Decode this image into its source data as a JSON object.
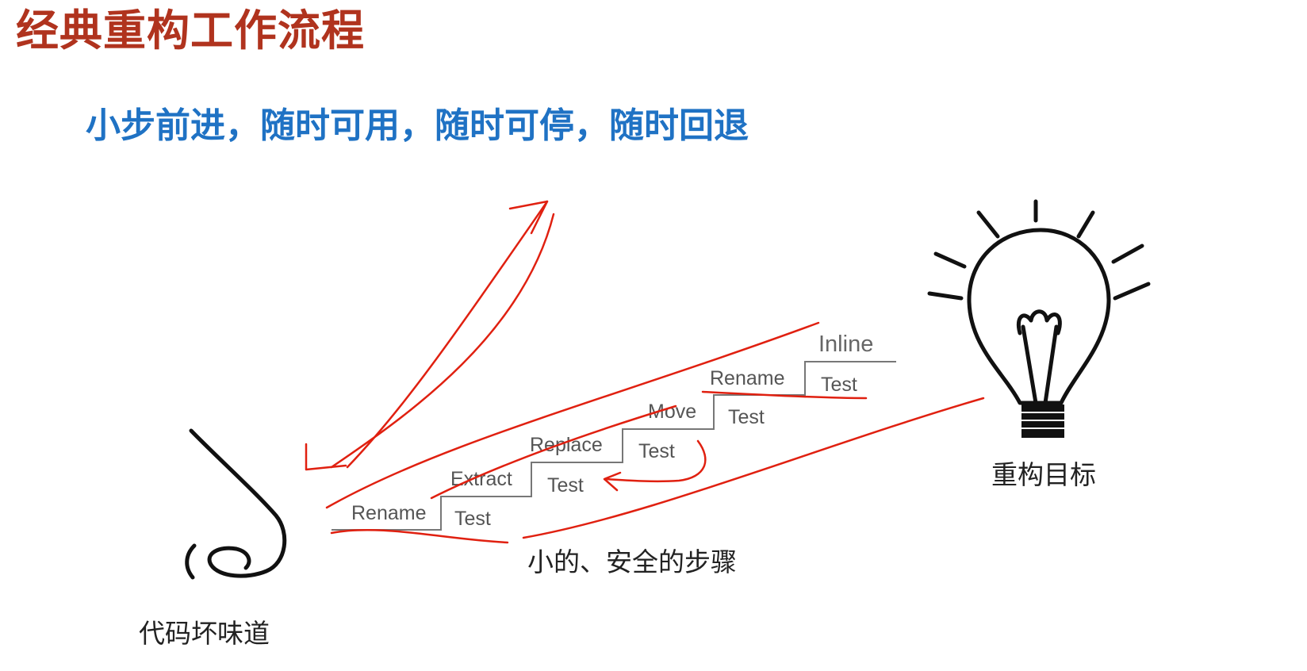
{
  "title": "经典重构工作流程",
  "subtitle": "小步前进，随时可用，随时可停，随时回退",
  "steps": {
    "rename1": "Rename",
    "test1": "Test",
    "extract": "Extract",
    "test2": "Test",
    "replace": "Replace",
    "test3": "Test",
    "move": "Move",
    "test4": "Test",
    "rename2": "Rename",
    "test5": "Test",
    "inline": "Inline"
  },
  "captions": {
    "small_steps": "小的、安全的步骤",
    "code_smell": "代码坏味道",
    "goal": "重构目标"
  },
  "icons": {
    "nose": "nose-icon",
    "bulb": "lightbulb-icon"
  },
  "colors": {
    "title": "#b0331e",
    "subtitle": "#1f72c4",
    "annotation": "#e02010"
  }
}
